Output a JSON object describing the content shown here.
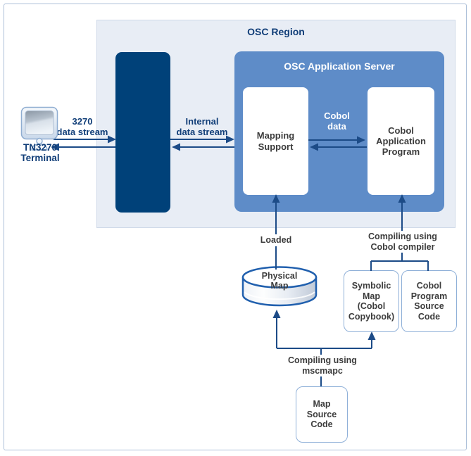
{
  "region": {
    "title": "OSC Region"
  },
  "server": {
    "title": "OSC Application Server"
  },
  "nodes": {
    "terminal_label": "TN3270\nTerminal",
    "mapping_support": "Mapping\nSupport",
    "cobol_application": "Cobol\nApplication\nProgram",
    "physical_map": "Physical\nMap",
    "symbolic_map": "Symbolic\nMap\n(Cobol\nCopybook)",
    "cobol_program_source": "Cobol\nProgram\nSource\nCode",
    "map_source": "Map\nSource\nCode"
  },
  "edge_labels": {
    "stream_3270": "3270\ndata stream",
    "stream_internal": "Internal\ndata stream",
    "cobol_data": "Cobol\ndata",
    "loaded": "Loaded",
    "compiling_cobol": "Compiling using\nCobol compiler",
    "compiling_mscmapc": "Compiling using\nmscmapc"
  },
  "colors": {
    "region_fill": "#e8edf5",
    "dark_box": "#004179",
    "server_fill": "#5e8cc8",
    "line": "#1c4b87",
    "navy_text": "#113e78",
    "node_text": "#3c3c3c",
    "box_border": "#8fb0d8",
    "outer_border": "#adc0d9",
    "cylinder_stroke": "#2160ae"
  }
}
